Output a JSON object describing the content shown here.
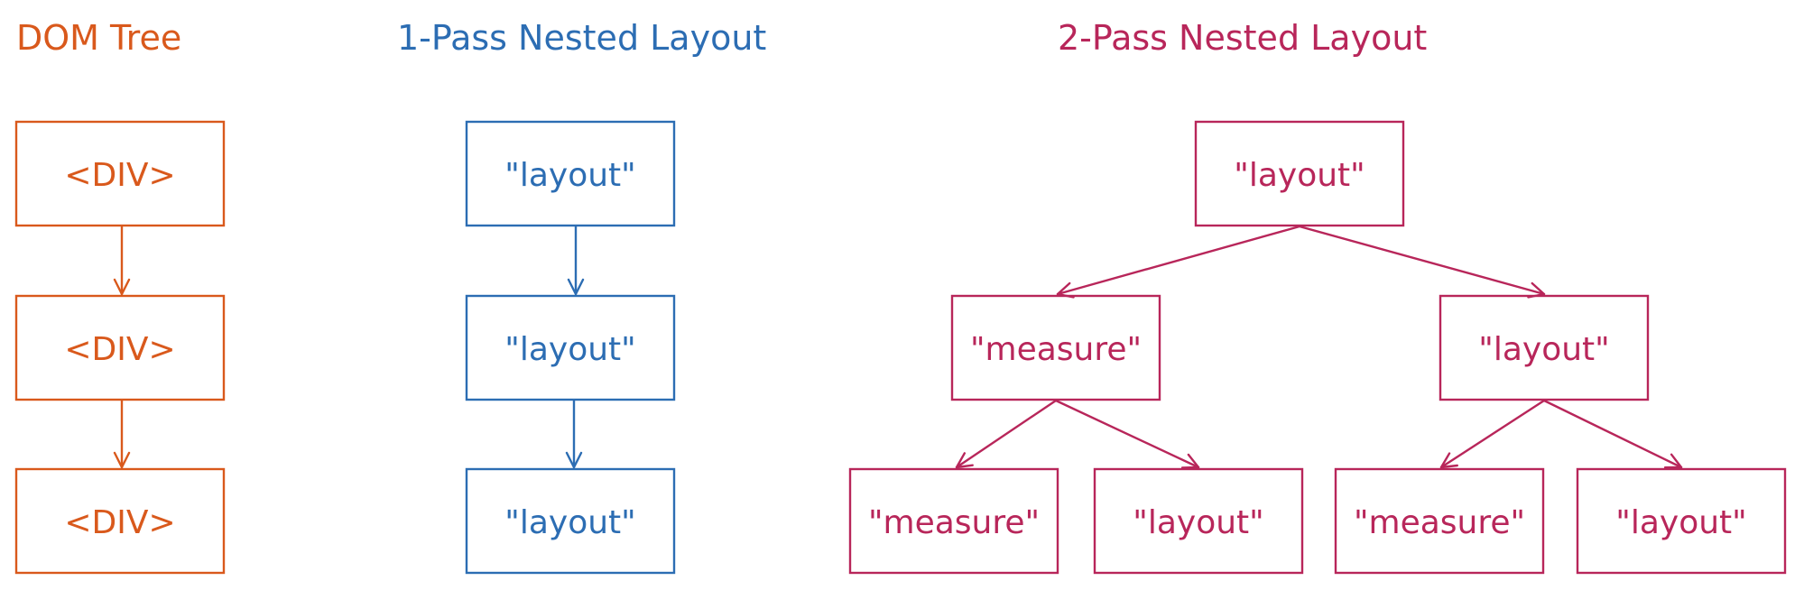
{
  "colors": {
    "dom": "#d9591c",
    "one_pass": "#2c6db3",
    "two_pass": "#b8265a"
  },
  "dom_tree": {
    "title": "DOM Tree",
    "nodes": [
      "<DIV>",
      "<DIV>",
      "<DIV>"
    ]
  },
  "one_pass": {
    "title": "1-Pass Nested Layout",
    "nodes": [
      "\"layout\"",
      "\"layout\"",
      "\"layout\""
    ]
  },
  "two_pass": {
    "title": "2-Pass Nested Layout",
    "root": "\"layout\"",
    "level2": [
      "\"measure\"",
      "\"layout\""
    ],
    "level3": [
      "\"measure\"",
      "\"layout\"",
      "\"measure\"",
      "\"layout\""
    ]
  }
}
